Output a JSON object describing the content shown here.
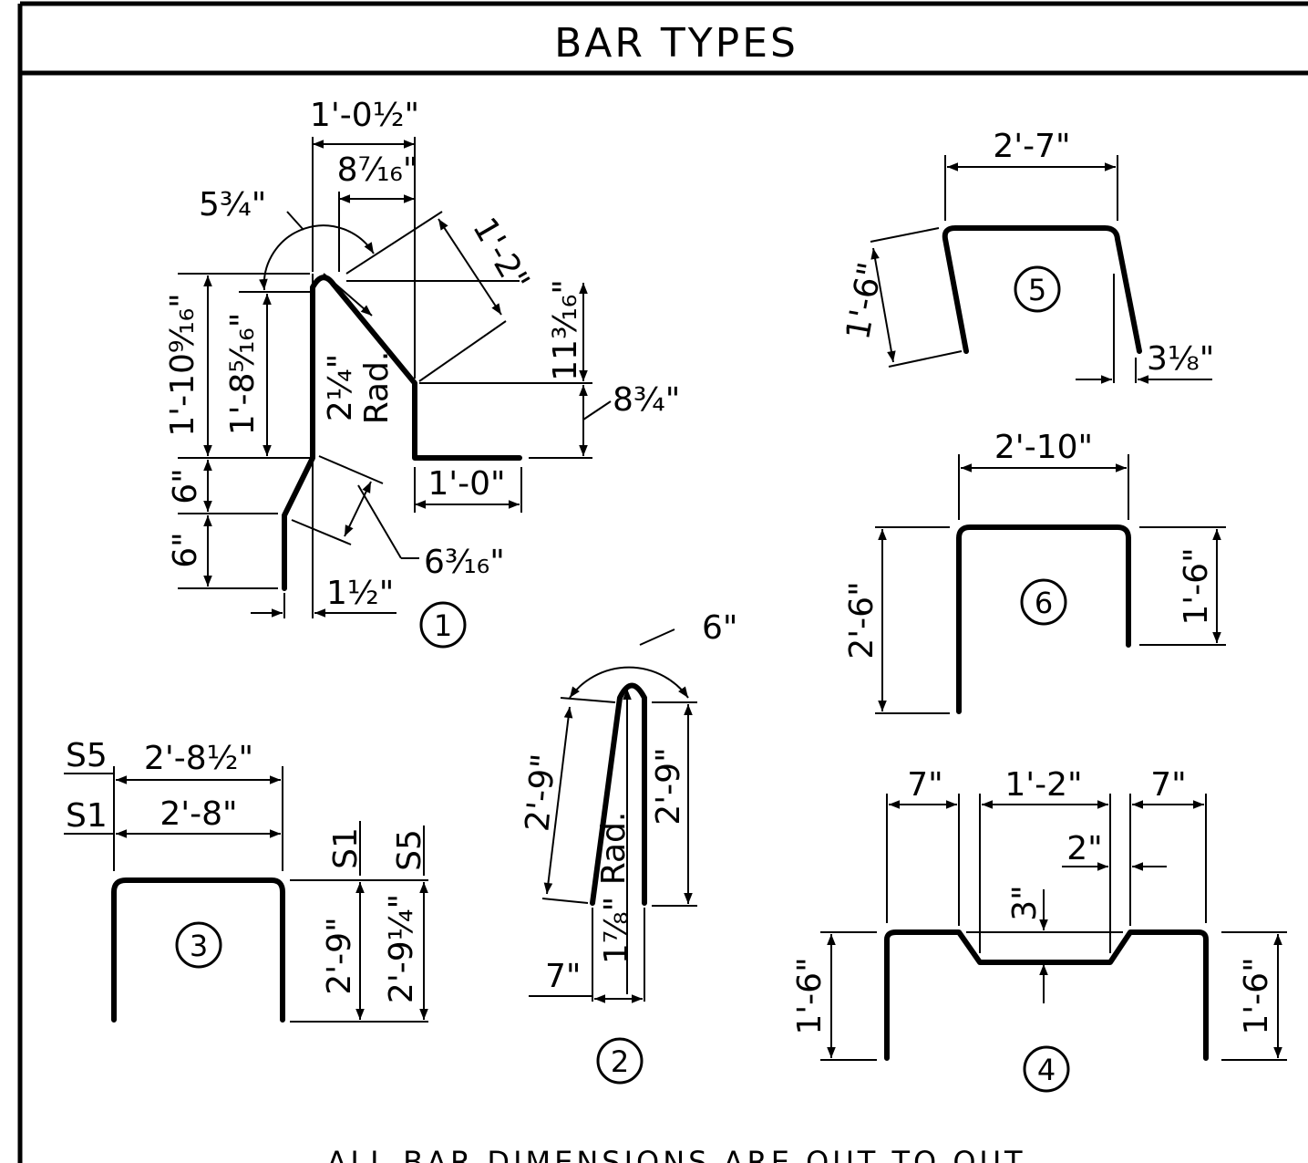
{
  "title": "BAR TYPES",
  "note": "ALL BAR DIMENSIONS ARE OUT TO OUT",
  "bar1": {
    "label": "1",
    "d_top_width": "1'-0½\"",
    "d_inner_width": "8⁷⁄₁₆\"",
    "d_arc": "5¾\"",
    "d_diag": "1'-2\"",
    "d_height_total": "1'-10⁹⁄₁₆\"",
    "d_height_inner": "1'-8⁵⁄₁₆\"",
    "d_radius": "2¼\"",
    "d_radius_note": "Rad.",
    "d_slope_vert": "11³⁄₁₆\"",
    "d_lower_vert": "8¾\"",
    "d_foot": "1'-0\"",
    "d_offset1": "6\"",
    "d_offset2": "6\"",
    "d_offset_diag": "6³⁄₁₆\"",
    "d_bottom": "1½\""
  },
  "bar2": {
    "label": "2",
    "d_arc": "6\"",
    "d_left_leg": "2'-9\"",
    "d_right_leg": "2'-9\"",
    "d_radius_note": "Rad.",
    "d_radius": "1⅞\"",
    "d_bottom": "7\""
  },
  "bar3": {
    "label": "3",
    "s5_tag": "S5",
    "s1_tag": "S1",
    "s5_width": "2'-8½\"",
    "s1_width": "2'-8\"",
    "s1_height": "2'-9\"",
    "s5_height": "2'-9¼\""
  },
  "bar4": {
    "label": "4",
    "d_left": "7\"",
    "d_mid": "1'-2\"",
    "d_right": "7\"",
    "d_offset": "2\"",
    "d_depth": "3\"",
    "d_height_left": "1'-6\"",
    "d_height_right": "1'-6\""
  },
  "bar5": {
    "label": "5",
    "d_width": "2'-7\"",
    "d_leg": "1'-6\"",
    "d_offset": "3⅛\""
  },
  "bar6": {
    "label": "6",
    "d_width": "2'-10\"",
    "d_left": "2'-6\"",
    "d_right": "1'-6\""
  }
}
